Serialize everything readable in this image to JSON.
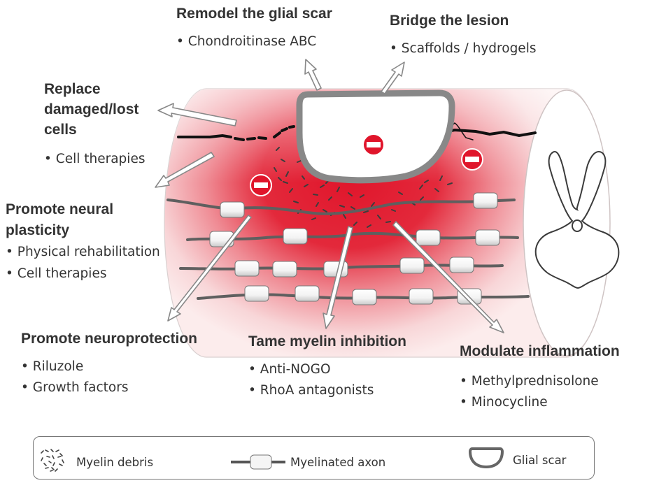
{
  "groups": [
    {
      "id": "remodel",
      "heading": "Remodel the glial scar",
      "items": [
        "Chondroitinase ABC"
      ]
    },
    {
      "id": "bridge",
      "heading": "Bridge the lesion",
      "items": [
        "Scaffolds / hydrogels"
      ]
    },
    {
      "id": "replace",
      "heading_lines": [
        "Replace",
        "damaged/lost",
        "cells"
      ],
      "items": [
        "Cell therapies"
      ]
    },
    {
      "id": "plasticity",
      "heading_lines": [
        "Promote neural",
        "plasticity"
      ],
      "items": [
        "Physical rehabilitation",
        "Cell therapies"
      ]
    },
    {
      "id": "neuroprotection",
      "heading": "Promote neuroprotection",
      "items": [
        "Riluzole",
        "Growth factors"
      ]
    },
    {
      "id": "myelin",
      "heading": "Tame myelin inhibition",
      "items": [
        "Anti-NOGO",
        "RhoA antagonists"
      ]
    },
    {
      "id": "inflammation",
      "heading": "Modulate inflammation",
      "items": [
        "Methylprednisolone",
        "Minocycline"
      ]
    }
  ],
  "legend": {
    "debris": "Myelin debris",
    "axon": "Myelinated axon",
    "scar": "Glial scar"
  },
  "colors": {
    "lesion_red": "#e3172f",
    "scar_gray": "#8a8a8a",
    "axon_gray": "#5f5f5f",
    "text": "#333333"
  },
  "icons": [
    "inhibition-sign-icon",
    "arrow-icon",
    "spinal-cord-cross-section-icon"
  ]
}
